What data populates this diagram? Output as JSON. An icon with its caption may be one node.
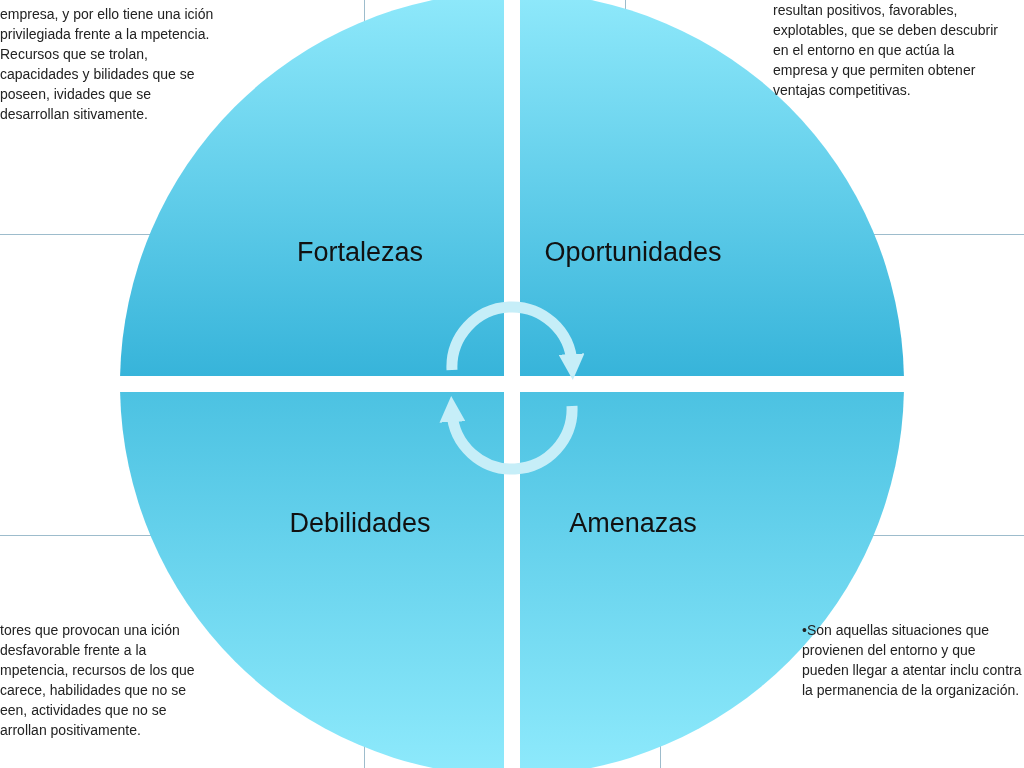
{
  "diagram": {
    "nodes": [
      {
        "text": [
          "empresa, y por ello tiene una ición privilegiada frente a la mpetencia. Recursos que se trolan, capacidades y bilidades que se poseen, ividades que se desarrollan sitivamente."
        ]
      },
      {
        "text": [
          "resultan positivos, favorables, explotables, que se deben descubrir en el entorno en que actúa la empresa y que permiten obtener ventajas competitivas."
        ]
      },
      {
        "text": [
          "Fortalezas"
        ]
      },
      {
        "text": [
          "Oportunidades"
        ]
      },
      {
        "text": [
          "Debilidades"
        ]
      },
      {
        "text": [
          "Amenazas"
        ]
      },
      {
        "text": [
          "tores que provocan una ición desfavorable frente a la mpetencia, recursos de los que carece, habilidades que no se een, actividades que no se arrollan positivamente."
        ]
      },
      {
        "text": [
          "•Son aquellas situaciones que provienen del entorno y que pueden llegar a atentar inclu contra la permanencia de la organización."
        ]
      }
    ],
    "edges": [
      {
        "from": 2,
        "to": 3,
        "arrow": "to"
      },
      {
        "from": 5,
        "to": 4,
        "arrow": "to"
      }
    ]
  }
}
